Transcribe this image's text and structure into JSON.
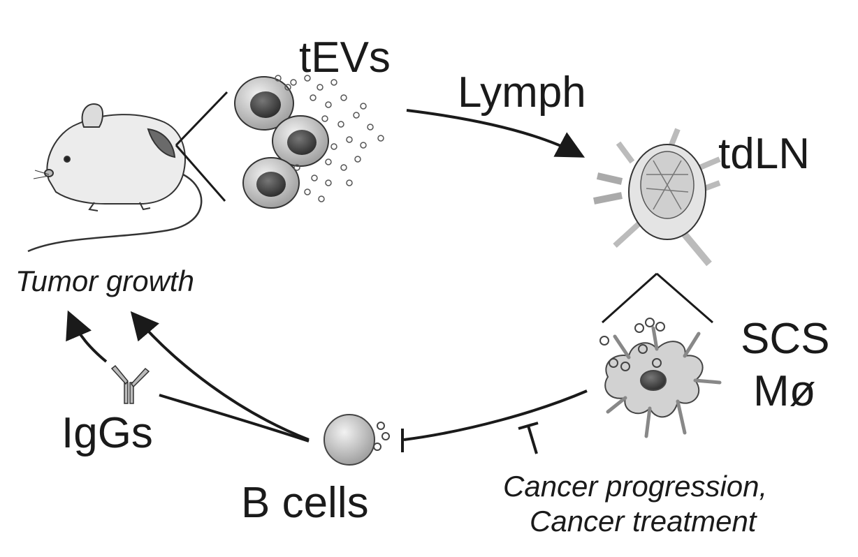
{
  "labels": {
    "tevs": "tEVs",
    "lymph": "Lymph",
    "tdln": "tdLN",
    "scs": "SCS",
    "mo": "Mø",
    "tumor_growth": "Tumor growth",
    "iggs": "IgGs",
    "b_cells": "B cells",
    "cancer_progression": "Cancer progression,",
    "cancer_treatment": "Cancer treatment"
  },
  "icons": [
    "mouse-icon",
    "tumor-cell-icon",
    "lymph-node-icon",
    "macrophage-icon",
    "b-cell-icon",
    "antibody-icon"
  ],
  "colors": {
    "ink": "#1a1a1a",
    "cell_fill": "#d9d9d9",
    "nucleus": "#4a4a4a",
    "body_fill": "#ededed"
  }
}
